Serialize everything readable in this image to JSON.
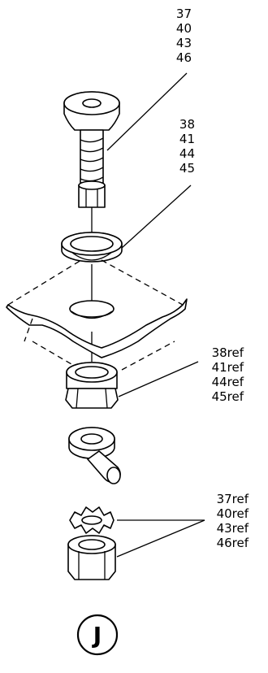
{
  "callouts": {
    "group_a": [
      "37",
      "40",
      "43",
      "46"
    ],
    "group_b": [
      "38",
      "41",
      "44",
      "45"
    ],
    "group_c": [
      "38ref",
      "41ref",
      "44ref",
      "45ref"
    ],
    "group_d": [
      "37ref",
      "40ref",
      "43ref",
      "46ref"
    ]
  },
  "view_letter": "J"
}
